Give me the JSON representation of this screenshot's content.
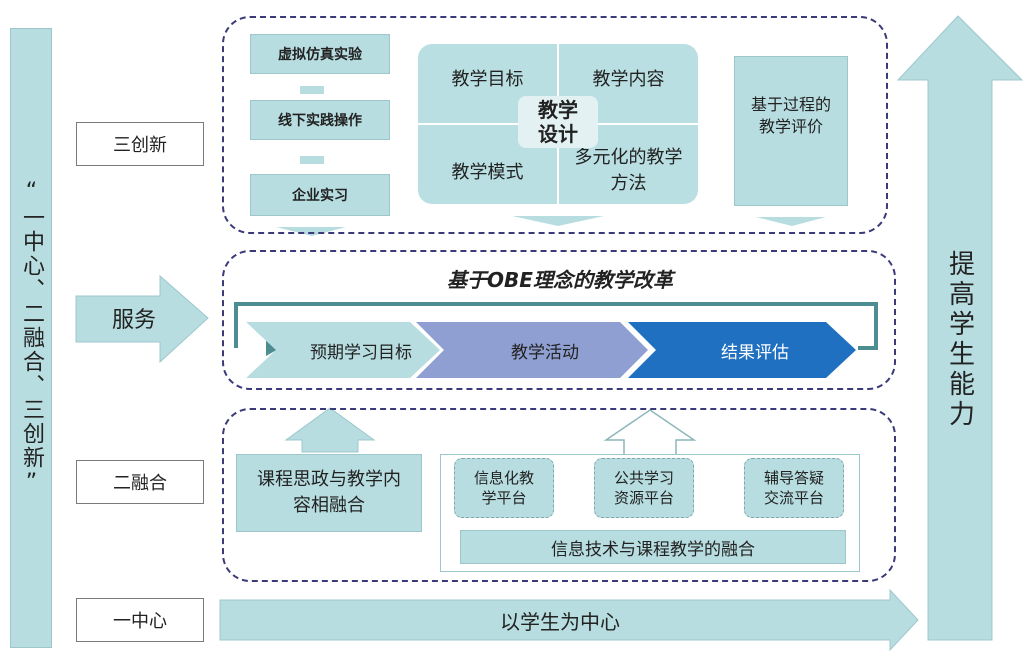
{
  "left_column": {
    "text": "“一中心、二融合、三创新”"
  },
  "right_arrow": {
    "text": "提高学生能力"
  },
  "labels": {
    "san_chuangxin": "三创新",
    "fuwu": "服务",
    "er_ronghe": "二融合",
    "yi_zhongxin": "一中心"
  },
  "top_panel": {
    "practice": [
      "虚拟仿真实验",
      "线下实践操作",
      "企业实习"
    ],
    "quad": {
      "top_left": "教学目标",
      "top_right": "教学内容",
      "bottom_left": "教学模式",
      "bottom_right": "多元化的教学方法",
      "center": "教学设计"
    },
    "evaluation": "基于过程的教学评价"
  },
  "obe_panel": {
    "title": "基于OBE理念的教学改革",
    "steps": [
      "预期学习目标",
      "教学活动",
      "结果评估"
    ],
    "colors": [
      "#b7dde0",
      "#8f9fd1",
      "#1f70c1"
    ]
  },
  "integration_panel": {
    "left_box": "课程思政与教学内容相融合",
    "platforms": [
      "信息化教学平台",
      "公共学习资源平台",
      "辅导答疑交流平台"
    ],
    "bottom_bar": "信息技术与课程教学的融合"
  },
  "bottom_arrow": {
    "text": "以学生为中心"
  },
  "colors": {
    "teal": "#b7dde0",
    "teal_stroke": "#4c8d92",
    "dash": "#3a3a7a"
  }
}
